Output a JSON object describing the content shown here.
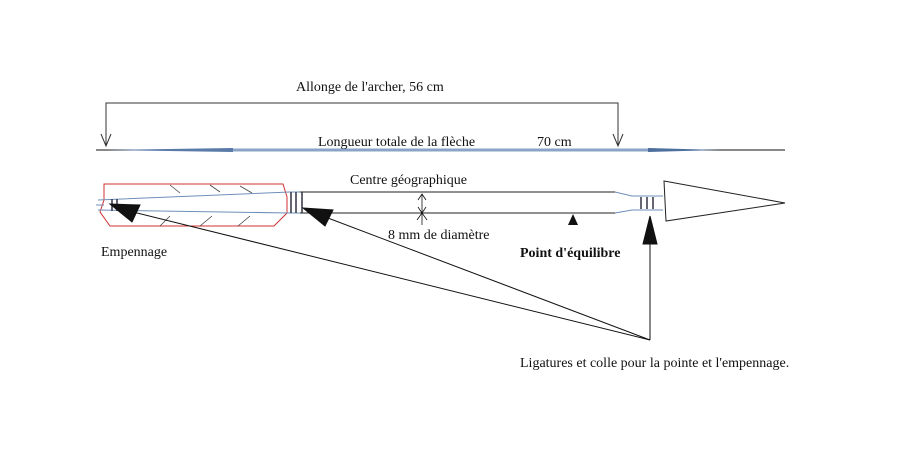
{
  "labels": {
    "draw_length": "Allonge de l'archer, 56 cm",
    "total_length": "Longueur totale de la flèche",
    "total_length_value": "70 cm",
    "geometric_center": "Centre géographique",
    "diameter": "8 mm de diamètre",
    "fletching": "Empennage",
    "balance_point": "Point d'équilibre",
    "bindings": "Ligatures et colle pour la pointe et l'empennage."
  },
  "colors": {
    "shaft": "#6e8fb8",
    "fletch": "#d03030",
    "line": "#111111"
  }
}
